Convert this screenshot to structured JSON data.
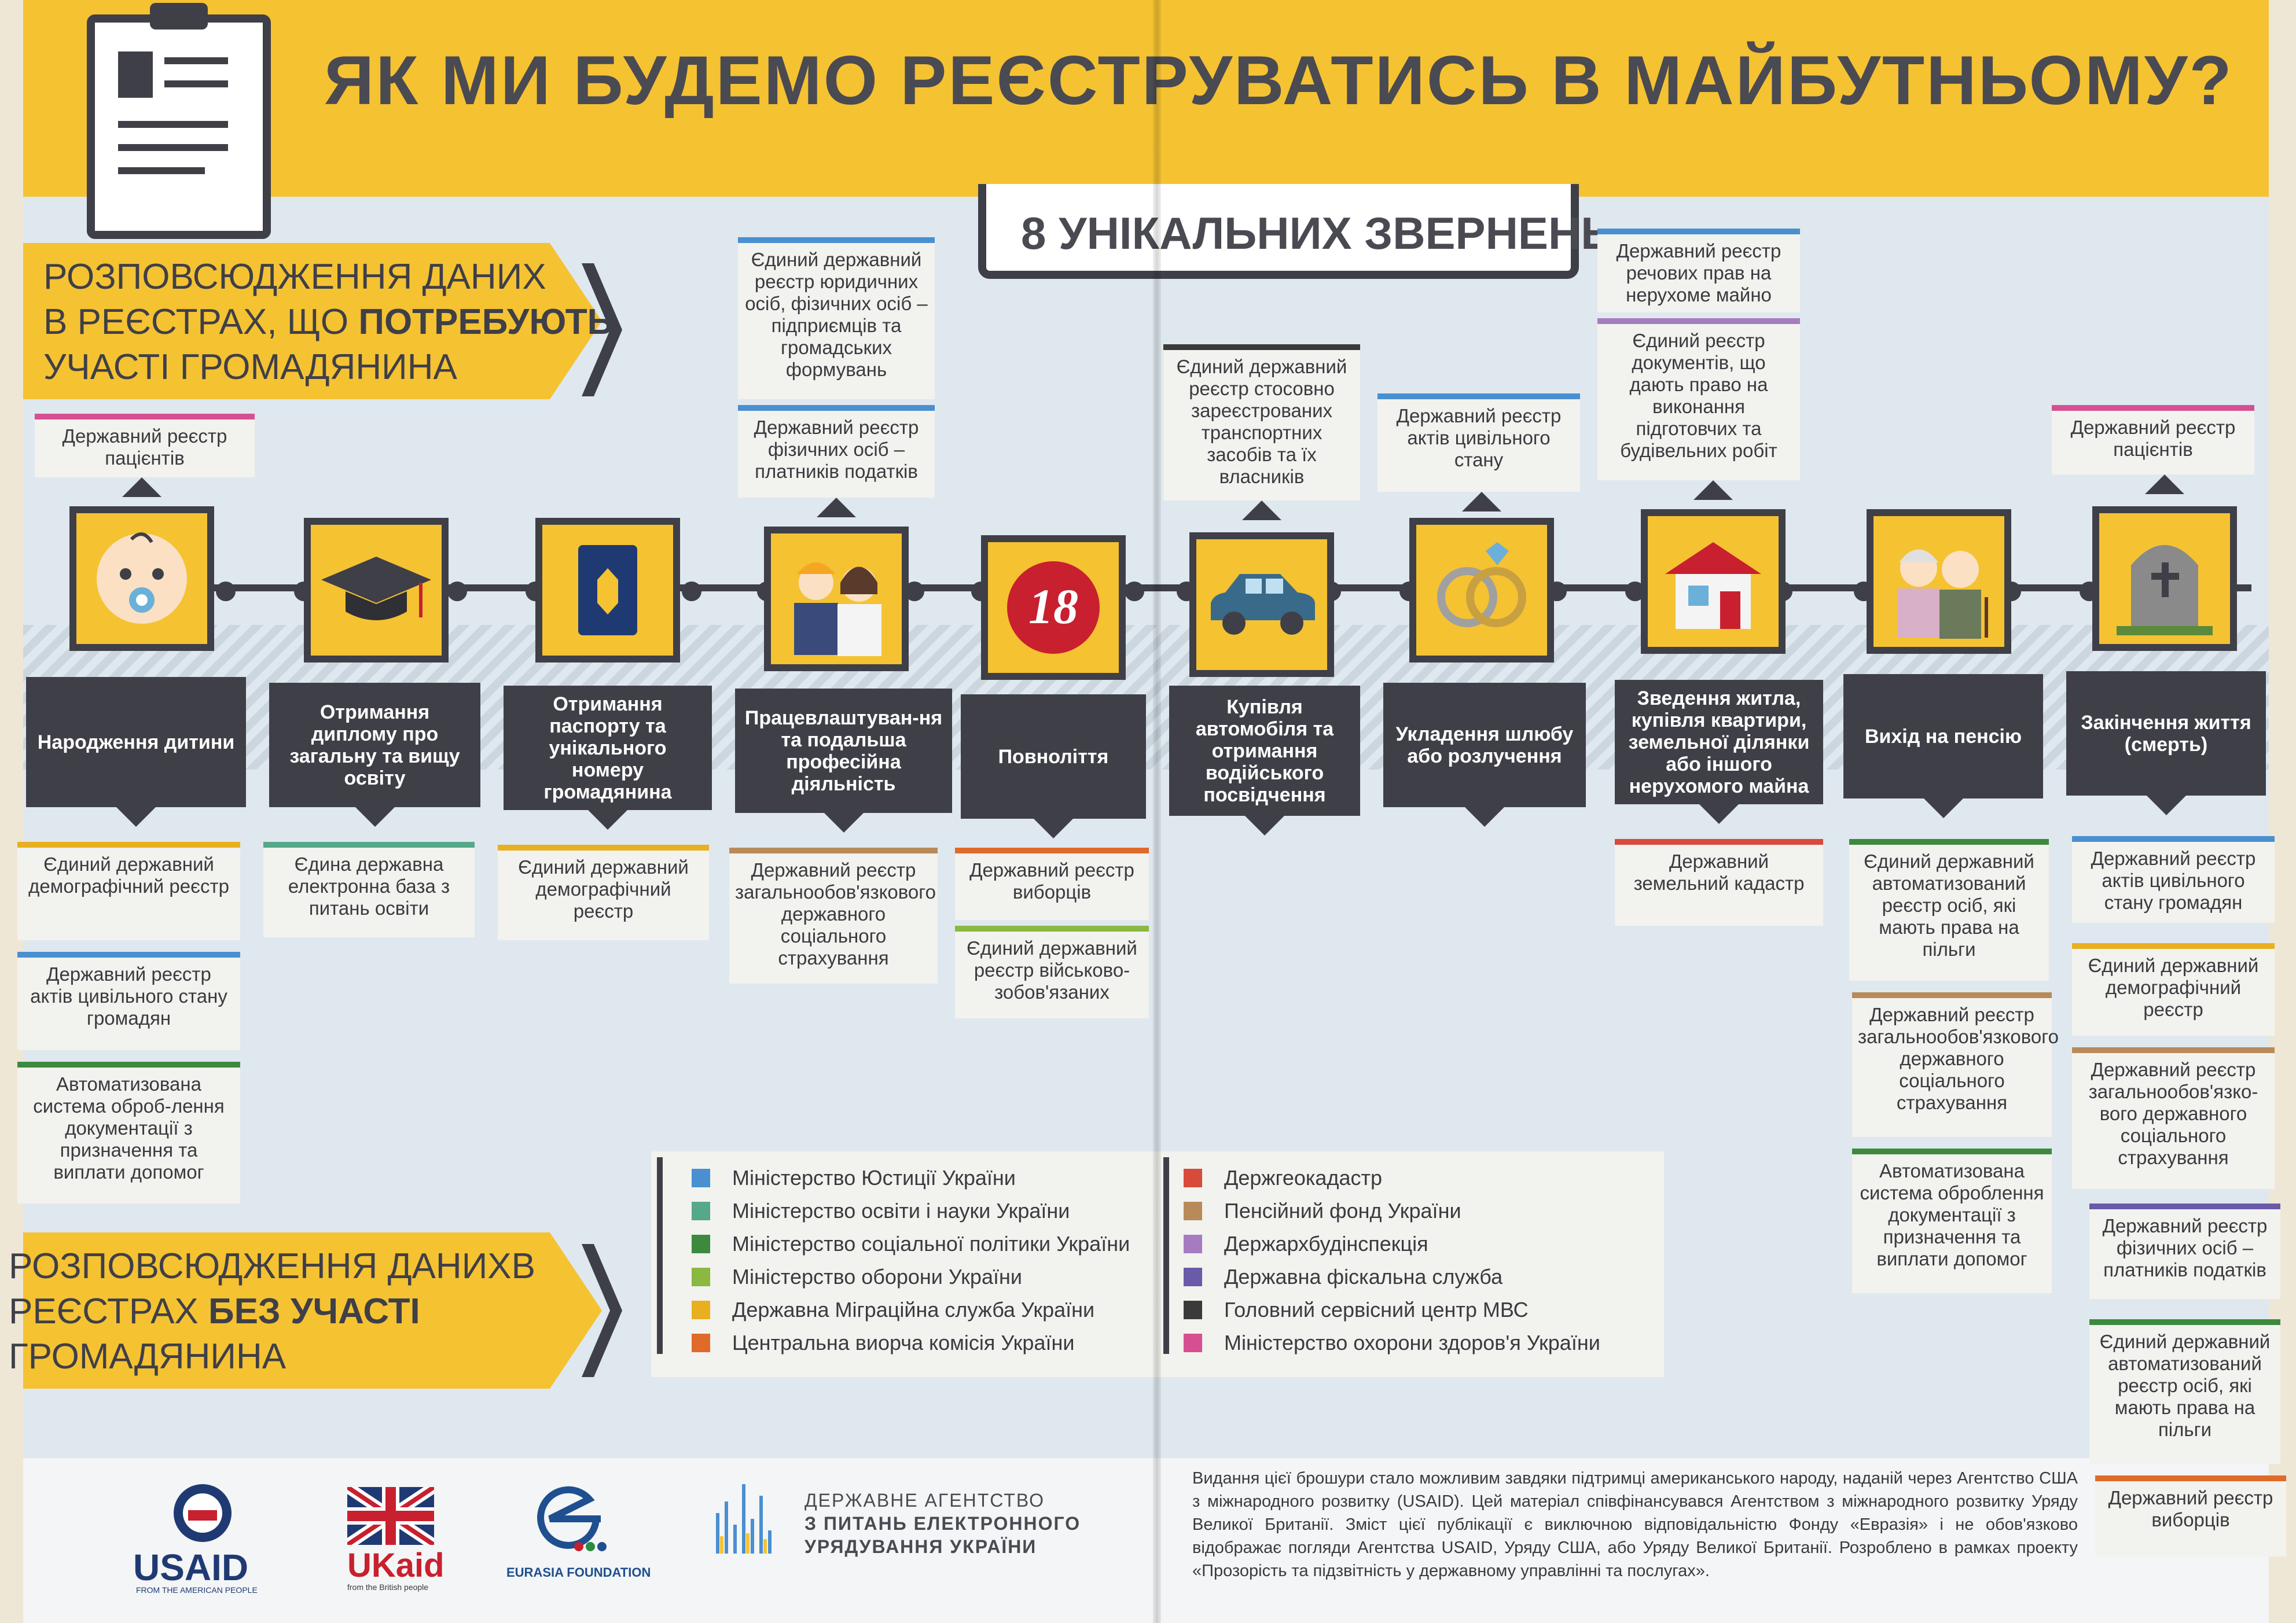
{
  "title": "ЯК МИ БУДЕМО РЕЄСТРУВАТИСЬ В МАЙБУТНЬОМУ?",
  "subtitle": "8 УНІКАЛЬНИХ ЗВЕРНЕНЬ",
  "sections": {
    "with_citizen": {
      "line1": "РОЗПОВСЮДЖЕННЯ ДАНИХ",
      "line2_prefix": "В РЕЄСТРАХ, ЩО",
      "line2_bold": "ПОТРЕБУЮТЬ",
      "line3": "УЧАСТІ ГРОМАДЯНИНА"
    },
    "without_citizen": {
      "line1": "РОЗПОВСЮДЖЕННЯ ДАНИХВ",
      "line2_prefix": "РЕЄСТРАХ",
      "line2_bold": "БЕЗ УЧАСТІ",
      "line3": "ГРОМАДЯНИНА"
    }
  },
  "colors": {
    "justice": "#4a8fd0",
    "education": "#55a88a",
    "social_policy": "#3d8a3f",
    "defense": "#8ab840",
    "migration": "#e8b020",
    "election": "#e06a2a",
    "geocadastre": "#d84a3a",
    "pension": "#b88a5a",
    "architecture": "#a67cc0",
    "fiscal": "#6a5aa8",
    "mvs": "#3a3a3a",
    "health": "#d64f92"
  },
  "events": [
    {
      "label": "Народження дитини",
      "icon": "baby-icon"
    },
    {
      "label": "Отримання диплому про загальну та вищу освіту",
      "icon": "graduation-cap-icon"
    },
    {
      "label": "Отримання паспорту та унікального номеру громадянина",
      "icon": "passport-icon"
    },
    {
      "label": "Працевлаштуван-ня та подальша професійна діяльність",
      "icon": "workers-icon"
    },
    {
      "label": "Повноліття",
      "icon": "age-18-icon",
      "badge": "18"
    },
    {
      "label": "Купівля автомобіля та отримання водійського посвідчення",
      "icon": "car-icon"
    },
    {
      "label": "Укладення шлюбу або розлучення",
      "icon": "rings-icon"
    },
    {
      "label": "Зведення житла, купівля квартири, земельної ділянки або іншого нерухомого майна",
      "icon": "house-icon"
    },
    {
      "label": "Вихід на пенсію",
      "icon": "elderly-couple-icon"
    },
    {
      "label": "Закінчення життя (смерть)",
      "icon": "tombstone-icon"
    }
  ],
  "upper_cards": [
    {
      "text": "Державний реєстр пацієнтів",
      "color": "health"
    },
    {
      "text": "Єдиний державний реєстр юридичних осіб, фізичних осіб – підприємців та громадських формувань",
      "color": "justice"
    },
    {
      "text": "Державний реєстр фізичних осіб – платників податків",
      "color": "justice"
    },
    {
      "text": "Єдиний державний реєстр стосовно зареєстрованих транспортних засобів та їх власників",
      "color": "mvs"
    },
    {
      "text": "Державний реєстр актів цивільного стану",
      "color": "justice"
    },
    {
      "text": "Державний реєстр речових прав на нерухоме майно",
      "color": "justice"
    },
    {
      "text": "Єдиний реєстр документів, що дають право на виконання підготовчих та будівельних робіт",
      "color": "architecture"
    },
    {
      "text": "Державний реєстр пацієнтів",
      "color": "health"
    }
  ],
  "lower_cards": [
    {
      "text": "Єдиний державний демографічний реєстр",
      "color": "migration"
    },
    {
      "text": "Державний реєстр актів цивільного стану громадян",
      "color": "justice"
    },
    {
      "text": "Автоматизована система оброб-лення документації з призначення та виплати допомог",
      "color": "social_policy"
    },
    {
      "text": "Єдина державна електронна база з питань освіти",
      "color": "education"
    },
    {
      "text": "Єдиний державний демографічний реєстр",
      "color": "migration"
    },
    {
      "text": "Державний реєстр загальнообов'язкового державного соціального страхування",
      "color": "pension"
    },
    {
      "text": "Державний реєстр виборців",
      "color": "election"
    },
    {
      "text": "Єдиний державний реєстр військово-зобов'язаних",
      "color": "defense"
    },
    {
      "text": "Державний земельний кадастр",
      "color": "geocadastre"
    },
    {
      "text": "Єдиний державний автоматизований реєстр осіб, які мають права на пільги",
      "color": "social_policy"
    },
    {
      "text": "Державний реєстр загальнообов'язкового державного соціального страхування",
      "color": "pension"
    },
    {
      "text": "Автоматизована система оброблення документації з призначення та виплати допомог",
      "color": "social_policy"
    },
    {
      "text": "Державний реєстр актів цивільного стану громадян",
      "color": "justice"
    },
    {
      "text": "Єдиний державний демографічний реєстр",
      "color": "migration"
    },
    {
      "text": "Державний реєстр загальнообов'язко-вого державного соціального страхування",
      "color": "pension"
    },
    {
      "text": "Державний реєстр фізичних осіб – платників податків",
      "color": "fiscal"
    },
    {
      "text": "Єдиний державний автоматизований реєстр осіб, які мають права на пільги",
      "color": "social_policy"
    },
    {
      "text": "Державний реєстр виборців",
      "color": "election"
    }
  ],
  "legend": [
    {
      "label": "Міністерство Юстиції України",
      "color": "justice"
    },
    {
      "label": "Міністерство освіти і науки України",
      "color": "education"
    },
    {
      "label": "Міністерство соціальної політики України",
      "color": "social_policy"
    },
    {
      "label": "Міністерство оборони України",
      "color": "defense"
    },
    {
      "label": "Державна Міграційна служба України",
      "color": "migration"
    },
    {
      "label": "Центральна виорча комісія України",
      "color": "election"
    },
    {
      "label": "Держгеокадастр",
      "color": "geocadastre"
    },
    {
      "label": "Пенсійний фонд України",
      "color": "pension"
    },
    {
      "label": "Держархбудінспекція",
      "color": "architecture"
    },
    {
      "label": "Державна фіскальна служба",
      "color": "fiscal"
    },
    {
      "label": "Головний сервісний центр МВС",
      "color": "mvs"
    },
    {
      "label": "Міністерство охорони здоров'я України",
      "color": "health"
    }
  ],
  "logos": {
    "usaid": "USAID",
    "usaid_tagline": "FROM THE AMERICAN PEOPLE",
    "ukaid": "UKaid",
    "ukaid_tagline": "from the British people",
    "eurasia": "EURASIA FOUNDATION",
    "agency_line1": "ДЕРЖАВНЕ АГЕНТСТВО",
    "agency_line2": "З ПИТАНЬ ЕЛЕКТРОННОГО",
    "agency_line3": "УРЯДУВАННЯ УКРАЇНИ"
  },
  "footnote": "Видання цієї брошури стало можливим завдяки підтримці американського народу, наданій через Агентство США з міжнародного розвитку (USAID). Цей матеріал співфінансувався Агентством з міжнародного розвитку Уряду Великої Британії. Зміст цієї публікації є виключною відповідальністю Фонду «Евразія» і не обов'язково відображає погляди Агентства USAID, Уряду США, або Уряду Великої Британії. Розроблено в рамках проекту «Прозорість та підзвітність у державному управлінні та послугах»."
}
